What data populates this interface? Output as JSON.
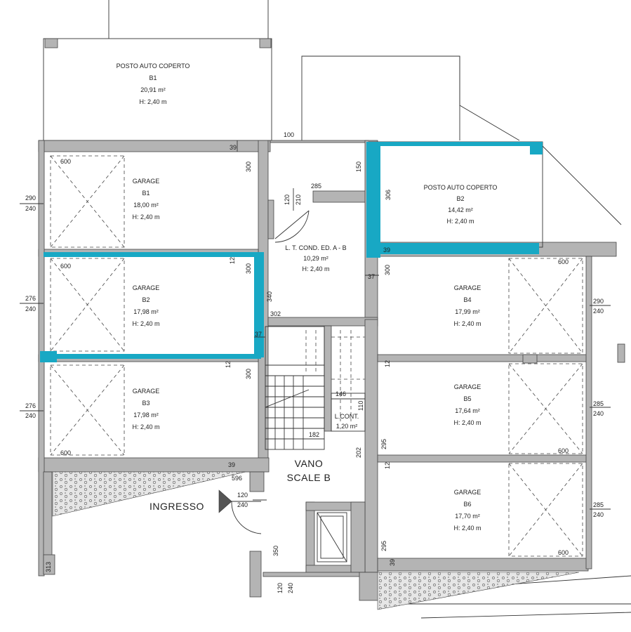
{
  "rooms": {
    "posto_auto_b1": {
      "name": "POSTO AUTO COPERTO",
      "code": "B1",
      "area": "20,91 m²",
      "height": "H: 2,40 m"
    },
    "garage_b1": {
      "name": "GARAGE",
      "code": "B1",
      "area": "18,00 m²",
      "height": "H: 2,40 m"
    },
    "garage_b2": {
      "name": "GARAGE",
      "code": "B2",
      "area": "17,98 m²",
      "height": "H: 2,40 m"
    },
    "garage_b3": {
      "name": "GARAGE",
      "code": "B3",
      "area": "17,98 m²",
      "height": "H: 2,40 m"
    },
    "lt_cond": {
      "name": "L. T. COND. ED. A - B",
      "area": "10,29 m²",
      "height": "H: 2,40 m"
    },
    "posto_auto_b2": {
      "name": "POSTO AUTO COPERTO",
      "code": "B2",
      "area": "14,42 m²",
      "height": "H: 2,40 m"
    },
    "garage_b4": {
      "name": "GARAGE",
      "code": "B4",
      "area": "17,99 m²",
      "height": "H: 2,40 m"
    },
    "garage_b5": {
      "name": "GARAGE",
      "code": "B5",
      "area": "17,64 m²",
      "height": "H: 2,40 m"
    },
    "garage_b6": {
      "name": "GARAGE",
      "code": "B6",
      "area": "17,70 m²",
      "height": "H: 2,40 m"
    },
    "l_cont": {
      "name": "L.CONT.",
      "area": "1,20 m²"
    },
    "vano_scale": {
      "line1": "VANO",
      "line2": "SCALE B"
    },
    "ingresso": {
      "name": "INGRESSO"
    }
  },
  "dimensions": {
    "d100": "100",
    "d39": "39",
    "d600": "600",
    "d300": "300",
    "d290": "290",
    "d240": "240",
    "d150": "150",
    "d285": "285",
    "d120": "120",
    "d210": "210",
    "d306": "306",
    "d12": "12",
    "d37": "37",
    "d276": "276",
    "d340": "340",
    "d302": "302",
    "d146": "146",
    "d110": "110",
    "d182": "182",
    "d202": "202",
    "d295": "295",
    "d596": "596",
    "d350": "350",
    "d313": "313"
  },
  "colors": {
    "highlight": "#18a8c4",
    "wall": "#b4b4b4"
  }
}
